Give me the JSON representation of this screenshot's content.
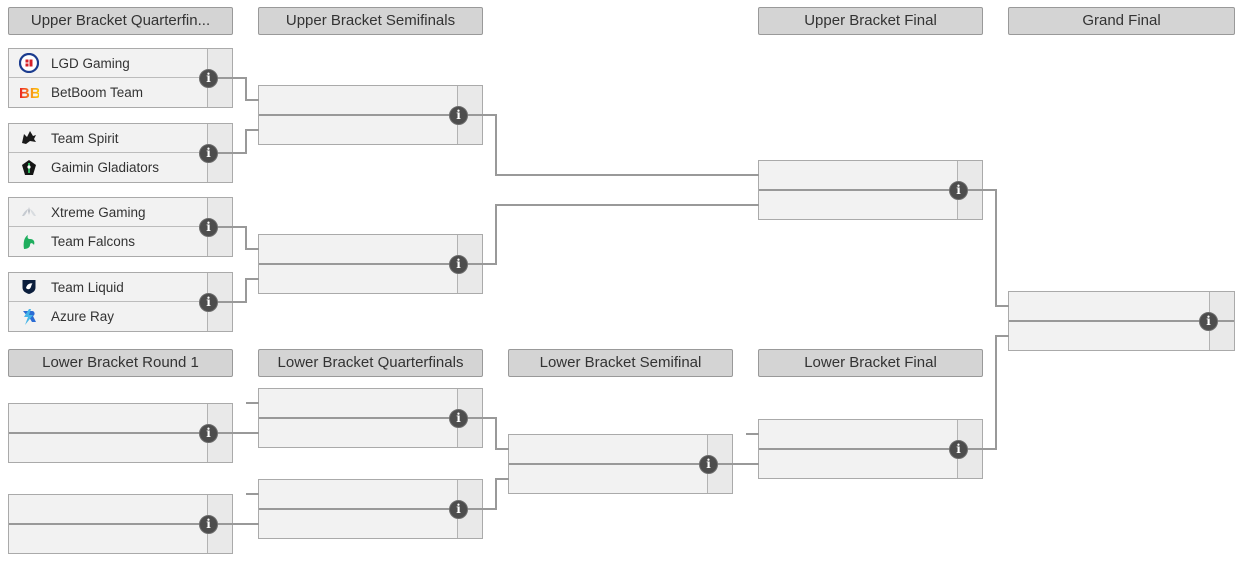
{
  "colors": {
    "header_bg": "#d4d4d4",
    "header_border": "#999999",
    "match_bg": "#f2f2f2",
    "match_border": "#aaaaaa",
    "score_cell_bg": "#e9e9e9",
    "connector": "#999999",
    "info_icon_bg": "#4d4d4d",
    "text": "#333333"
  },
  "headers": {
    "upper_quarterfinals": "Upper Bracket Quarterfin...",
    "upper_semifinals": "Upper Bracket Semifinals",
    "upper_final": "Upper Bracket Final",
    "grand_final": "Grand Final",
    "lower_round1": "Lower Bracket Round 1",
    "lower_quarterfinals": "Lower Bracket Quarterfinals",
    "lower_semifinal": "Lower Bracket Semifinal",
    "lower_final": "Lower Bracket Final"
  },
  "matches": {
    "ubqf1": {
      "top_name": "LGD Gaming",
      "top_logo_icon": "lgd-gaming-logo",
      "bottom_name": "BetBoom Team",
      "bottom_logo_icon": "betboom-team-logo"
    },
    "ubqf2": {
      "top_name": "Team Spirit",
      "top_logo_icon": "team-spirit-logo",
      "bottom_name": "Gaimin Gladiators",
      "bottom_logo_icon": "gaimin-gladiators-logo"
    },
    "ubqf3": {
      "top_name": "Xtreme Gaming",
      "top_logo_icon": "xtreme-gaming-logo",
      "bottom_name": "Team Falcons",
      "bottom_logo_icon": "team-falcons-logo"
    },
    "ubqf4": {
      "top_name": "Team Liquid",
      "top_logo_icon": "team-liquid-logo",
      "bottom_name": "Azure Ray",
      "bottom_logo_icon": "azure-ray-logo"
    }
  },
  "info_icon_glyph": "i"
}
